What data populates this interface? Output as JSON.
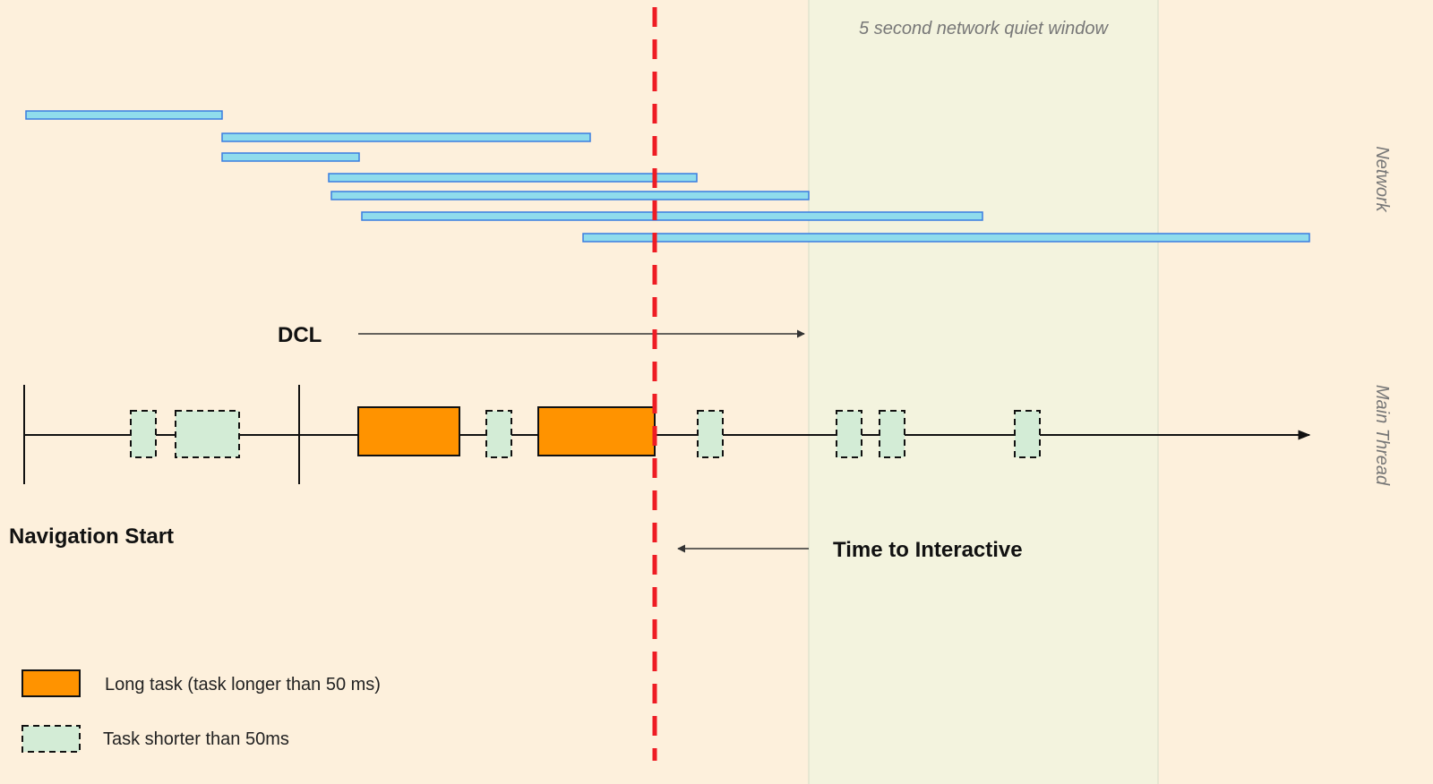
{
  "colors": {
    "background": "#fdf0dc",
    "quiet_window": "#f3f3de",
    "network_fill": "#8fdcec",
    "network_stroke": "#3a7de0",
    "long_task": "#ff9300",
    "short_task": "#d3ecd6",
    "tti_marker": "#ee1c24",
    "line": "#111111"
  },
  "labels": {
    "quiet_window": "5 second network quiet window",
    "dcl": "DCL",
    "navigation_start": "Navigation Start",
    "tti": "Time to Interactive",
    "network_lane": "Network",
    "main_thread_lane": "Main Thread"
  },
  "legend": {
    "long_task": "Long task (task longer than 50 ms)",
    "short_task": "Task shorter than 50ms"
  },
  "network_requests": [
    {
      "start": 29,
      "end": 248
    },
    {
      "start": 248,
      "end": 659
    },
    {
      "start": 248,
      "end": 401
    },
    {
      "start": 367,
      "end": 778
    },
    {
      "start": 370,
      "end": 903
    },
    {
      "start": 404,
      "end": 1097
    },
    {
      "start": 651,
      "end": 1462
    }
  ],
  "main_thread_tasks": [
    {
      "kind": "short",
      "start": 146,
      "end": 174
    },
    {
      "kind": "short",
      "start": 196,
      "end": 267
    },
    {
      "kind": "long",
      "start": 400,
      "end": 513
    },
    {
      "kind": "short",
      "start": 543,
      "end": 571
    },
    {
      "kind": "long",
      "start": 601,
      "end": 731
    },
    {
      "kind": "short",
      "start": 779,
      "end": 807
    },
    {
      "kind": "short",
      "start": 934,
      "end": 962
    },
    {
      "kind": "short",
      "start": 982,
      "end": 1010
    },
    {
      "kind": "short",
      "start": 1133,
      "end": 1161
    }
  ],
  "markers": {
    "navigation_start": 27,
    "dcl_tick": 334,
    "tti": 731,
    "quiet_window_start": 903,
    "quiet_window_end": 1293,
    "timeline_end": 1462,
    "dcl_arrow_start": 400,
    "dcl_arrow_end": 898,
    "tti_arrow_start": 903,
    "tti_arrow_end": 757
  }
}
